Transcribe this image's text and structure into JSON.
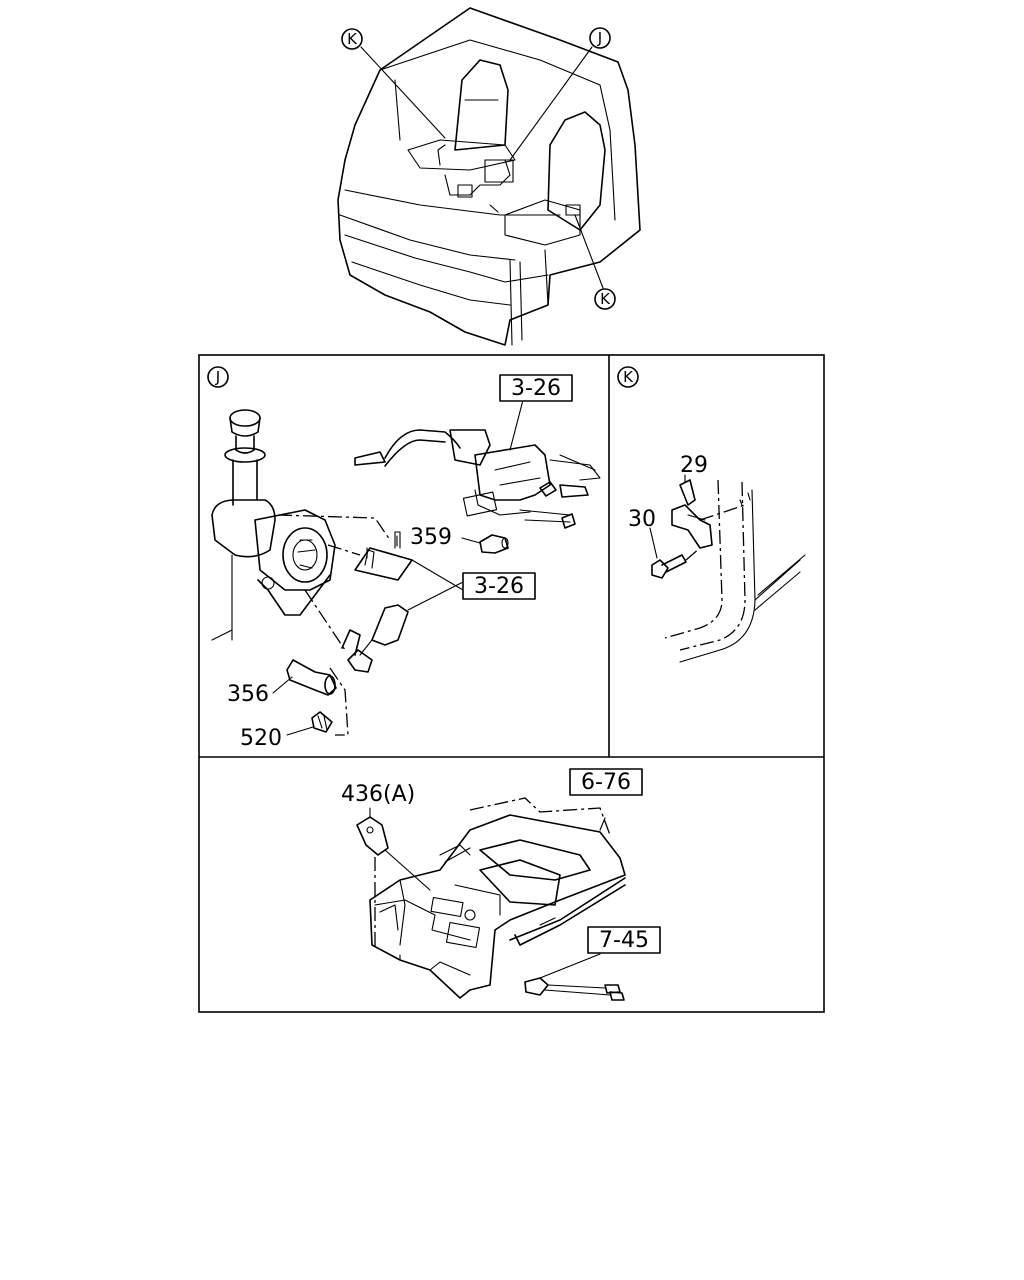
{
  "callouts": {
    "k_top": "K",
    "j_top": "J",
    "k_bottom": "K",
    "detail_j": "J",
    "detail_k": "K"
  },
  "refs": {
    "ref_3_26_a": "3-26",
    "ref_3_26_b": "3-26",
    "ref_6_76": "6-76",
    "ref_7_45": "7-45"
  },
  "parts": {
    "p359": "359",
    "p356": "356",
    "p520": "520",
    "p29": "29",
    "p30": "30",
    "p436": "436(A)"
  }
}
